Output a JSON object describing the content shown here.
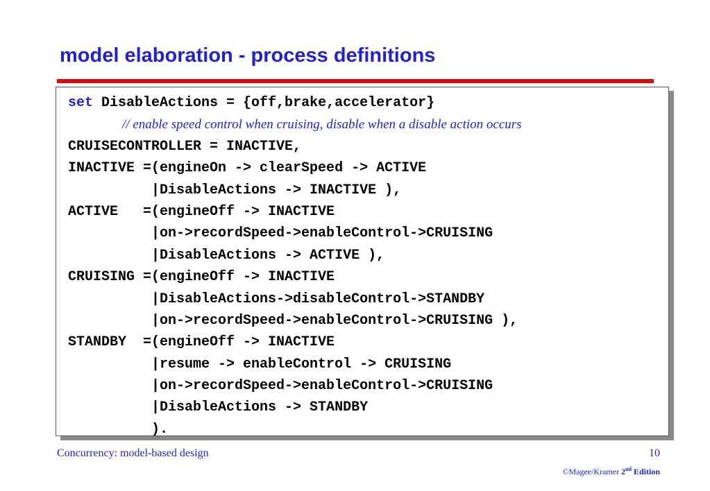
{
  "slide": {
    "title": "model elaboration - process definitions"
  },
  "code": {
    "keyword_set": "set",
    "line1_rest": " DisableActions = {off,brake,accelerator}",
    "comment": "// enable speed control when cruising, disable when a disable action occurs",
    "lines": [
      "CRUISECONTROLLER = INACTIVE,",
      "INACTIVE =(engineOn -> clearSpeed -> ACTIVE",
      "          |DisableActions -> INACTIVE ),",
      "ACTIVE   =(engineOff -> INACTIVE",
      "          |on->recordSpeed->enableControl->CRUISING",
      "          |DisableActions -> ACTIVE ),",
      "CRUISING =(engineOff -> INACTIVE",
      "          |DisableActions->disableControl->STANDBY",
      "          |on->recordSpeed->enableControl->CRUISING ),",
      "STANDBY  =(engineOff -> INACTIVE",
      "          |resume -> enableControl -> CRUISING",
      "          |on->recordSpeed->enableControl->CRUISING",
      "          |DisableActions -> STANDBY",
      "          )."
    ]
  },
  "footer": {
    "course": "Concurrency: model-based design",
    "page_number": "10",
    "copyright": "©Magee/Kramer",
    "edition_number": "2",
    "edition_suffix": "nd",
    "edition_label": " Edition"
  },
  "colors": {
    "title_blue": "#2222cc",
    "rule_red": "#cc1111",
    "shadow_gray": "#8a8a8a"
  }
}
